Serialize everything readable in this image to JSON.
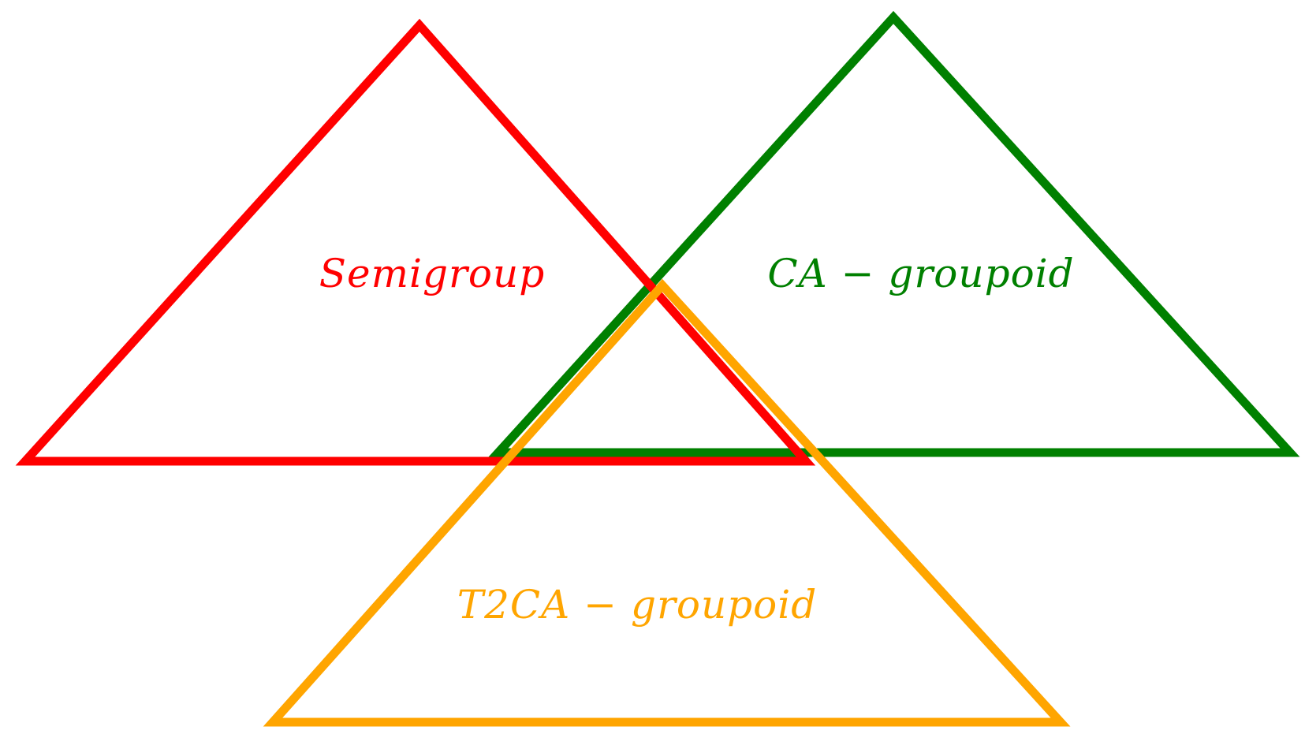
{
  "diagram": {
    "colors": {
      "semigroup": "#ff0000",
      "ca_groupoid": "#008000",
      "t2ca_groupoid": "#ffa500",
      "background": "#ffffff"
    },
    "sets": [
      {
        "key": "semigroup",
        "label": "Semigroup",
        "shape": "triangle",
        "color": "#ff0000"
      },
      {
        "key": "ca_groupoid",
        "label": "CA − groupoid",
        "shape": "triangle",
        "color": "#008000"
      },
      {
        "key": "t2ca_groupoid",
        "label": "T2CA − groupoid",
        "shape": "triangle",
        "color": "#ffa500"
      }
    ]
  }
}
